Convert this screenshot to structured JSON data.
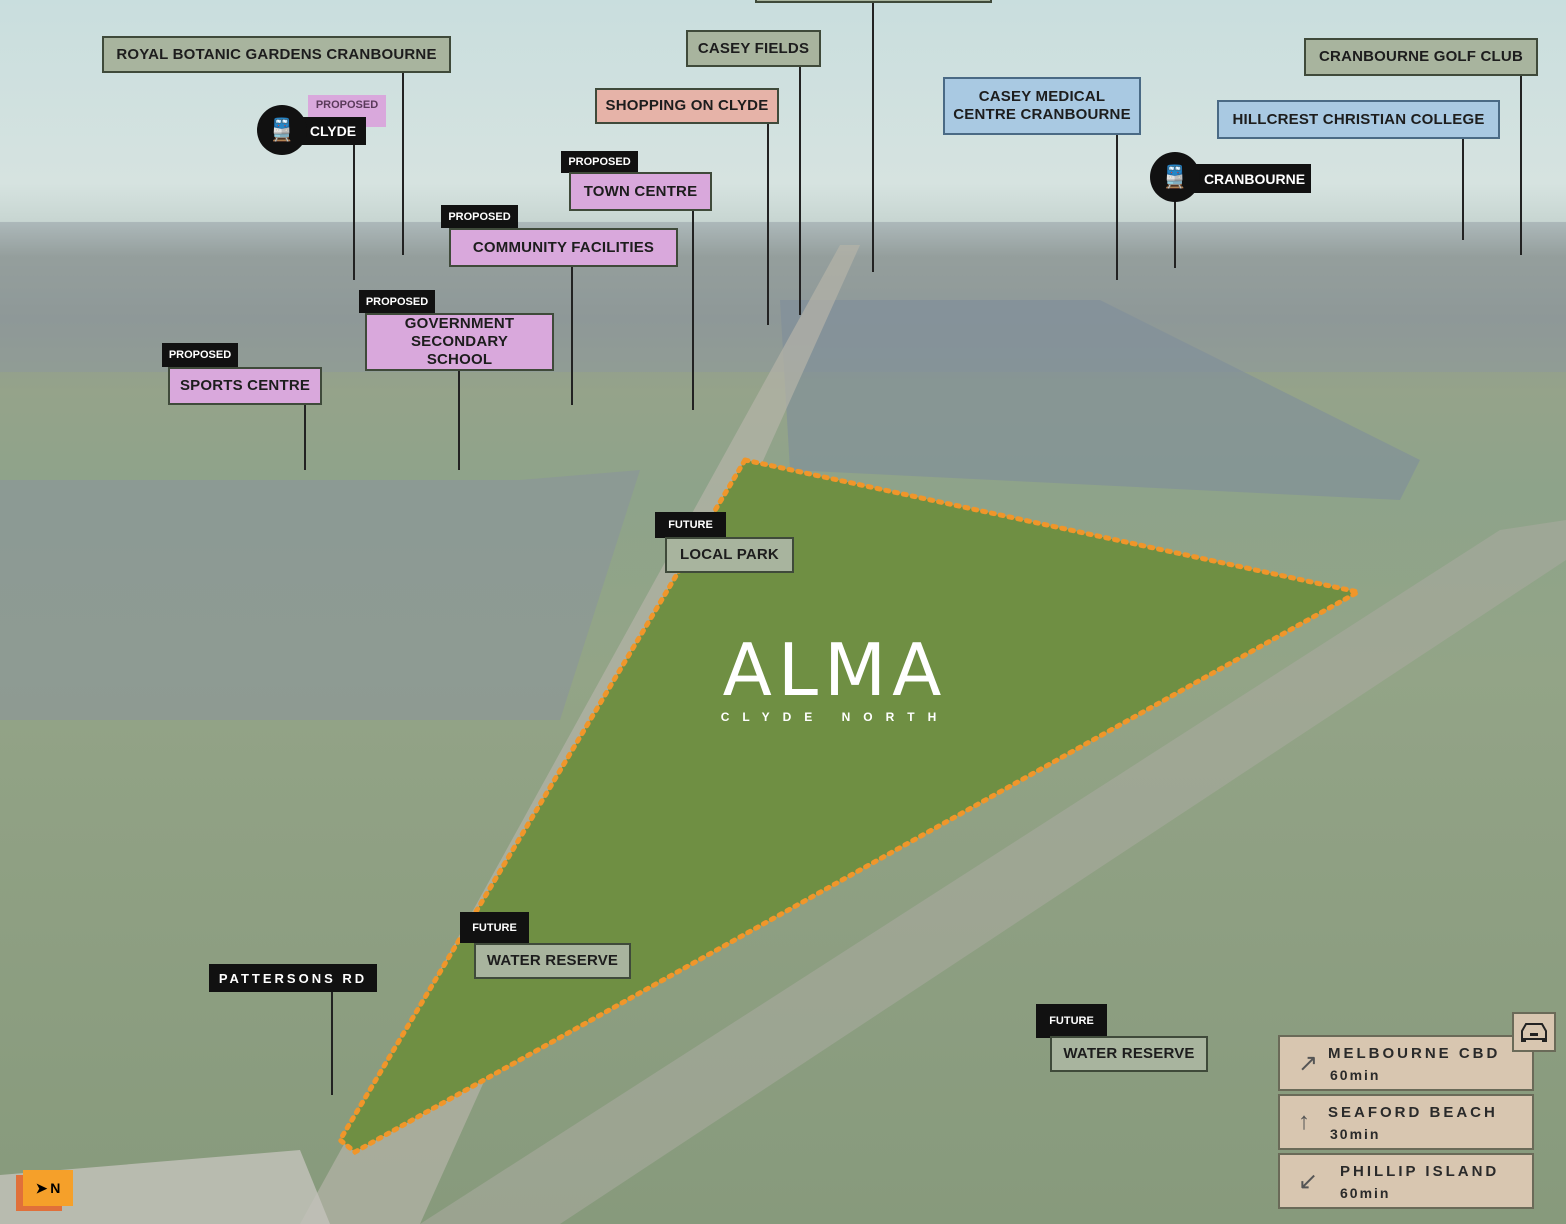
{
  "site": {
    "title": "ALMA",
    "subtitle": "CLYDE NORTH"
  },
  "tags": {
    "proposed": "PROPOSED",
    "future": "FUTURE"
  },
  "labels": {
    "royal_botanic": "ROYAL BOTANIC GARDENS CRANBOURNE",
    "clyde": "CLYDE",
    "casey_fields": "CASEY FIELDS",
    "shopping": "SHOPPING ON CLYDE",
    "casey_medical": "CASEY MEDICAL CENTRE CRANBOURNE",
    "golf": "CRANBOURNE GOLF CLUB",
    "hillcrest": "HILLCREST CHRISTIAN COLLEGE",
    "cranbourne": "CRANBOURNE",
    "town_centre": "TOWN CENTRE",
    "community": "COMMUNITY FACILITIES",
    "school": "GOVERNMENT SECONDARY SCHOOL",
    "sports": "SPORTS CENTRE",
    "local_park": "LOCAL PARK",
    "water_reserve_1": "WATER RESERVE",
    "pattersons": "PATTERSONS RD",
    "water_reserve_2": "WATER RESERVE"
  },
  "travel": [
    {
      "name": "MELBOURNE CBD",
      "time": "60min",
      "arrow": "↗"
    },
    {
      "name": "SEAFORD BEACH",
      "time": "30min",
      "arrow": "↑"
    },
    {
      "name": "PHILLIP ISLAND",
      "time": "60min",
      "arrow": "↙"
    }
  ],
  "compass": "N",
  "colors": {
    "boundary": "#f0962a",
    "compass": "#f5a02a"
  }
}
